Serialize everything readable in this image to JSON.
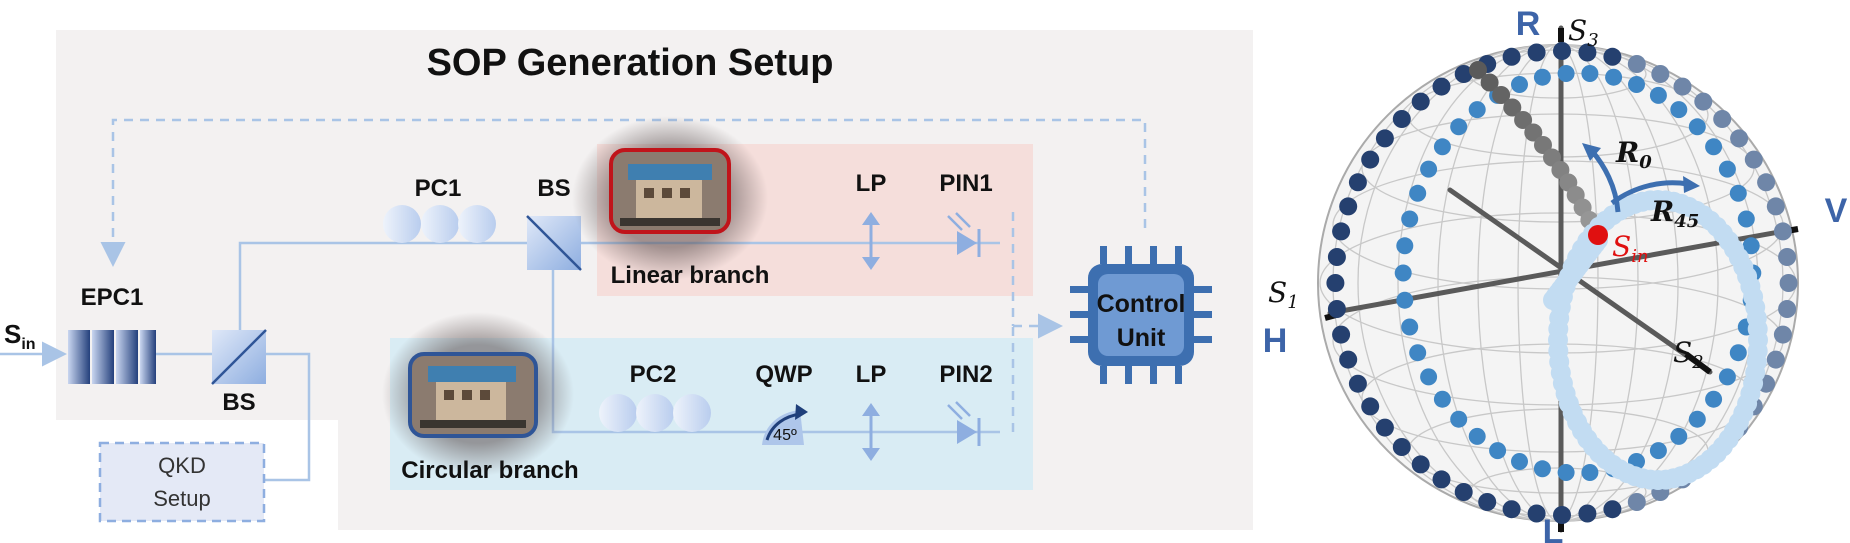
{
  "setup": {
    "title": "SOP Generation Setup",
    "s_in_main": "S",
    "s_in_sub": "in",
    "epc1": "EPC1",
    "bs_bottom": "BS",
    "bs_top": "BS",
    "pc1": "PC1",
    "pc2": "PC2",
    "qwp": "QWP",
    "qwp_angle": "45º",
    "lp1": "LP",
    "lp2": "LP",
    "pin1": "PIN1",
    "pin2": "PIN2",
    "linear_branch": "Linear branch",
    "circular_branch": "Circular branch",
    "qkd_line1": "QKD",
    "qkd_line2": "Setup",
    "control_line1": "Control",
    "control_line2": "Unit"
  },
  "sphere": {
    "pole_top": "R",
    "pole_bottom": "L",
    "left": "H",
    "right": "V",
    "s1": "S",
    "s1_sub": "1",
    "s2": "S",
    "s2_sub": "2",
    "s3": "S",
    "s3_sub": "3",
    "r0": "R",
    "r0_sub": "0",
    "r45": "R",
    "r45_sub": "45",
    "sin": "S",
    "sin_sub": "in"
  },
  "colors": {
    "panel_bg": "#f3f1f1",
    "linear_bg": "#f5dedb",
    "circular_bg": "#d9ecf4",
    "beam": "#a9c4e6",
    "accent_blue": "#2f5597",
    "label_blue": "#3d64a8",
    "red": "#e01010"
  }
}
